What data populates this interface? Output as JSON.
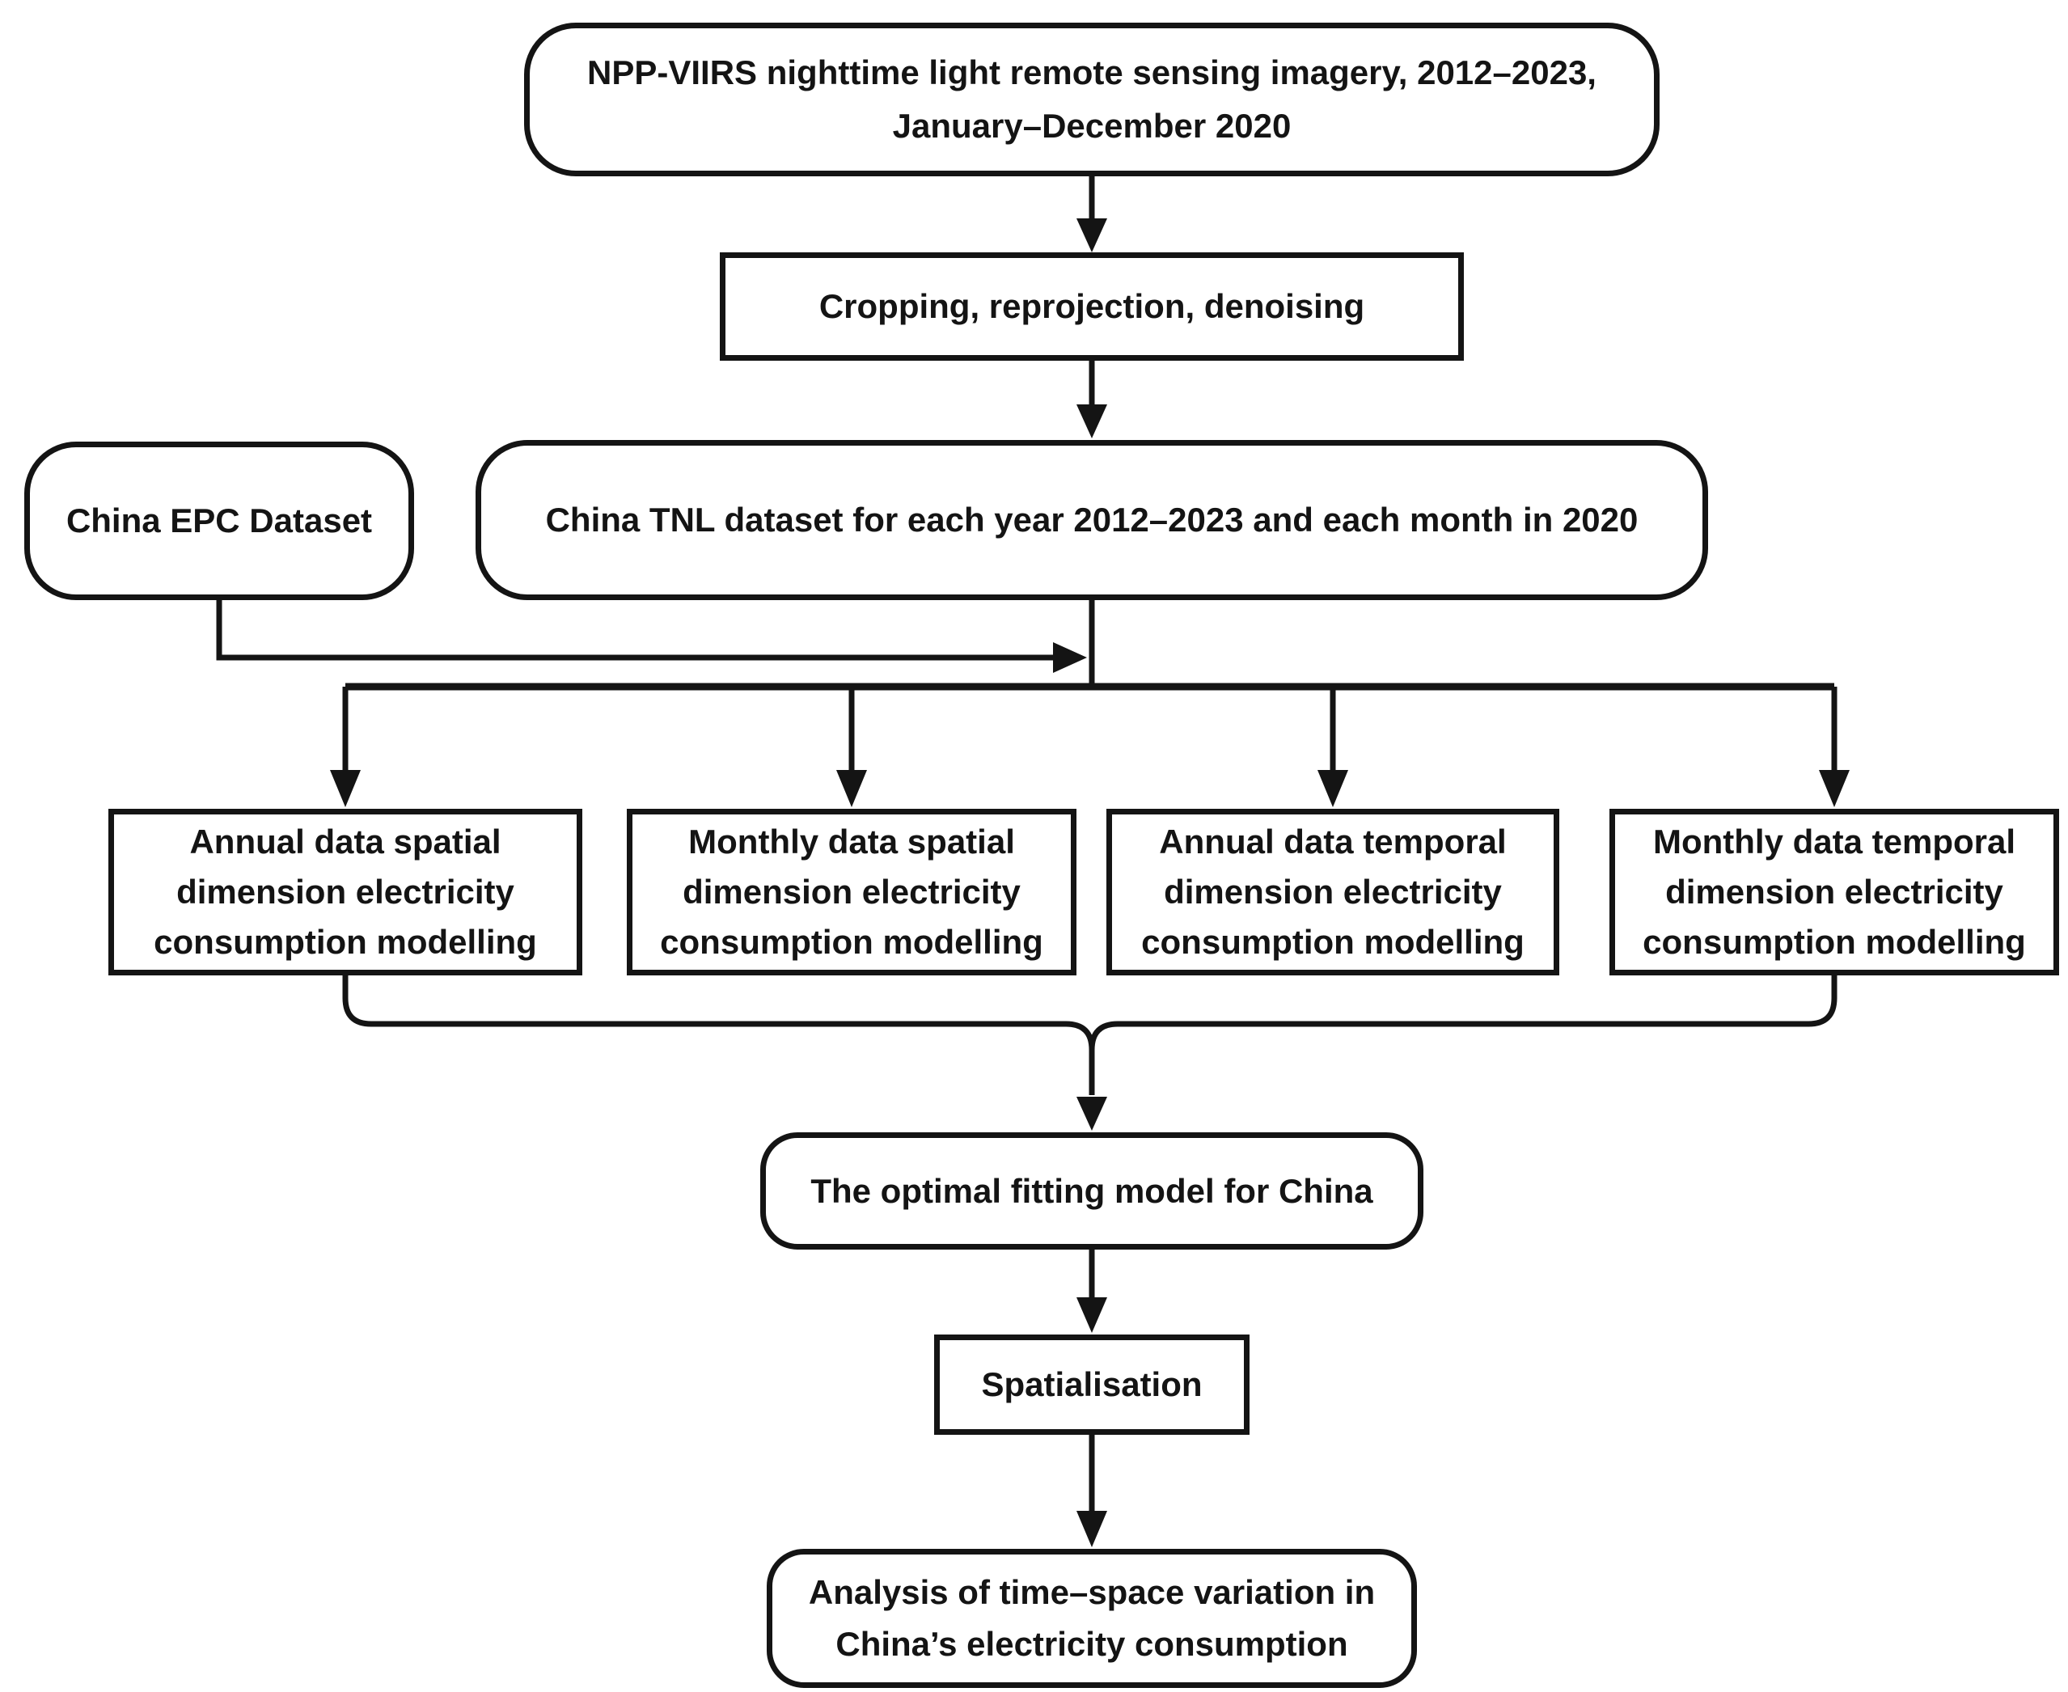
{
  "colors": {
    "stroke": "#141414",
    "background": "#ffffff",
    "text": "#141414"
  },
  "nodes": {
    "imagery": {
      "shape": "rounded-terminator",
      "lines": [
        "NPP-VIIRS nighttime light remote sensing imagery, 2012–2023,",
        "January–December 2020"
      ]
    },
    "preprocess": {
      "shape": "process-rect",
      "lines": [
        "Cropping, reprojection, denoising"
      ]
    },
    "epc": {
      "shape": "rounded-terminator",
      "lines": [
        "China EPC Dataset"
      ]
    },
    "tnl": {
      "shape": "rounded-terminator",
      "lines": [
        "China TNL dataset for each year 2012–2023 and each month in 2020"
      ]
    },
    "model_annual_spatial": {
      "shape": "process-rect",
      "lines": [
        "Annual data spatial",
        "dimension electricity",
        "consumption modelling"
      ]
    },
    "model_monthly_spatial": {
      "shape": "process-rect",
      "lines": [
        "Monthly data spatial",
        "dimension electricity",
        "consumption modelling"
      ]
    },
    "model_annual_temporal": {
      "shape": "process-rect",
      "lines": [
        "Annual data temporal",
        "dimension electricity",
        "consumption modelling"
      ]
    },
    "model_monthly_temporal": {
      "shape": "process-rect",
      "lines": [
        "Monthly data temporal",
        "dimension electricity",
        "consumption modelling"
      ]
    },
    "optimal": {
      "shape": "rounded-terminator",
      "lines": [
        "The optimal fitting model for China"
      ]
    },
    "spatialisation": {
      "shape": "process-rect",
      "lines": [
        "Spatialisation"
      ]
    },
    "analysis": {
      "shape": "rounded-terminator",
      "lines": [
        "Analysis of time–space variation in",
        "China’s electricity consumption"
      ]
    }
  },
  "edges": [
    {
      "from": "imagery",
      "to": "preprocess",
      "type": "arrow"
    },
    {
      "from": "preprocess",
      "to": "tnl",
      "type": "arrow"
    },
    {
      "from": "epc",
      "to": "tnl_output_junction",
      "type": "arrow"
    },
    {
      "from": "tnl",
      "to": "model_annual_spatial",
      "type": "arrow"
    },
    {
      "from": "tnl",
      "to": "model_monthly_spatial",
      "type": "arrow"
    },
    {
      "from": "tnl",
      "to": "model_annual_temporal",
      "type": "arrow"
    },
    {
      "from": "tnl",
      "to": "model_monthly_temporal",
      "type": "arrow"
    },
    {
      "from": "model_annual_spatial",
      "to": "optimal",
      "type": "arrow"
    },
    {
      "from": "model_monthly_temporal",
      "to": "optimal",
      "type": "arrow"
    },
    {
      "from": "optimal",
      "to": "spatialisation",
      "type": "arrow"
    },
    {
      "from": "spatialisation",
      "to": "analysis",
      "type": "arrow"
    }
  ]
}
